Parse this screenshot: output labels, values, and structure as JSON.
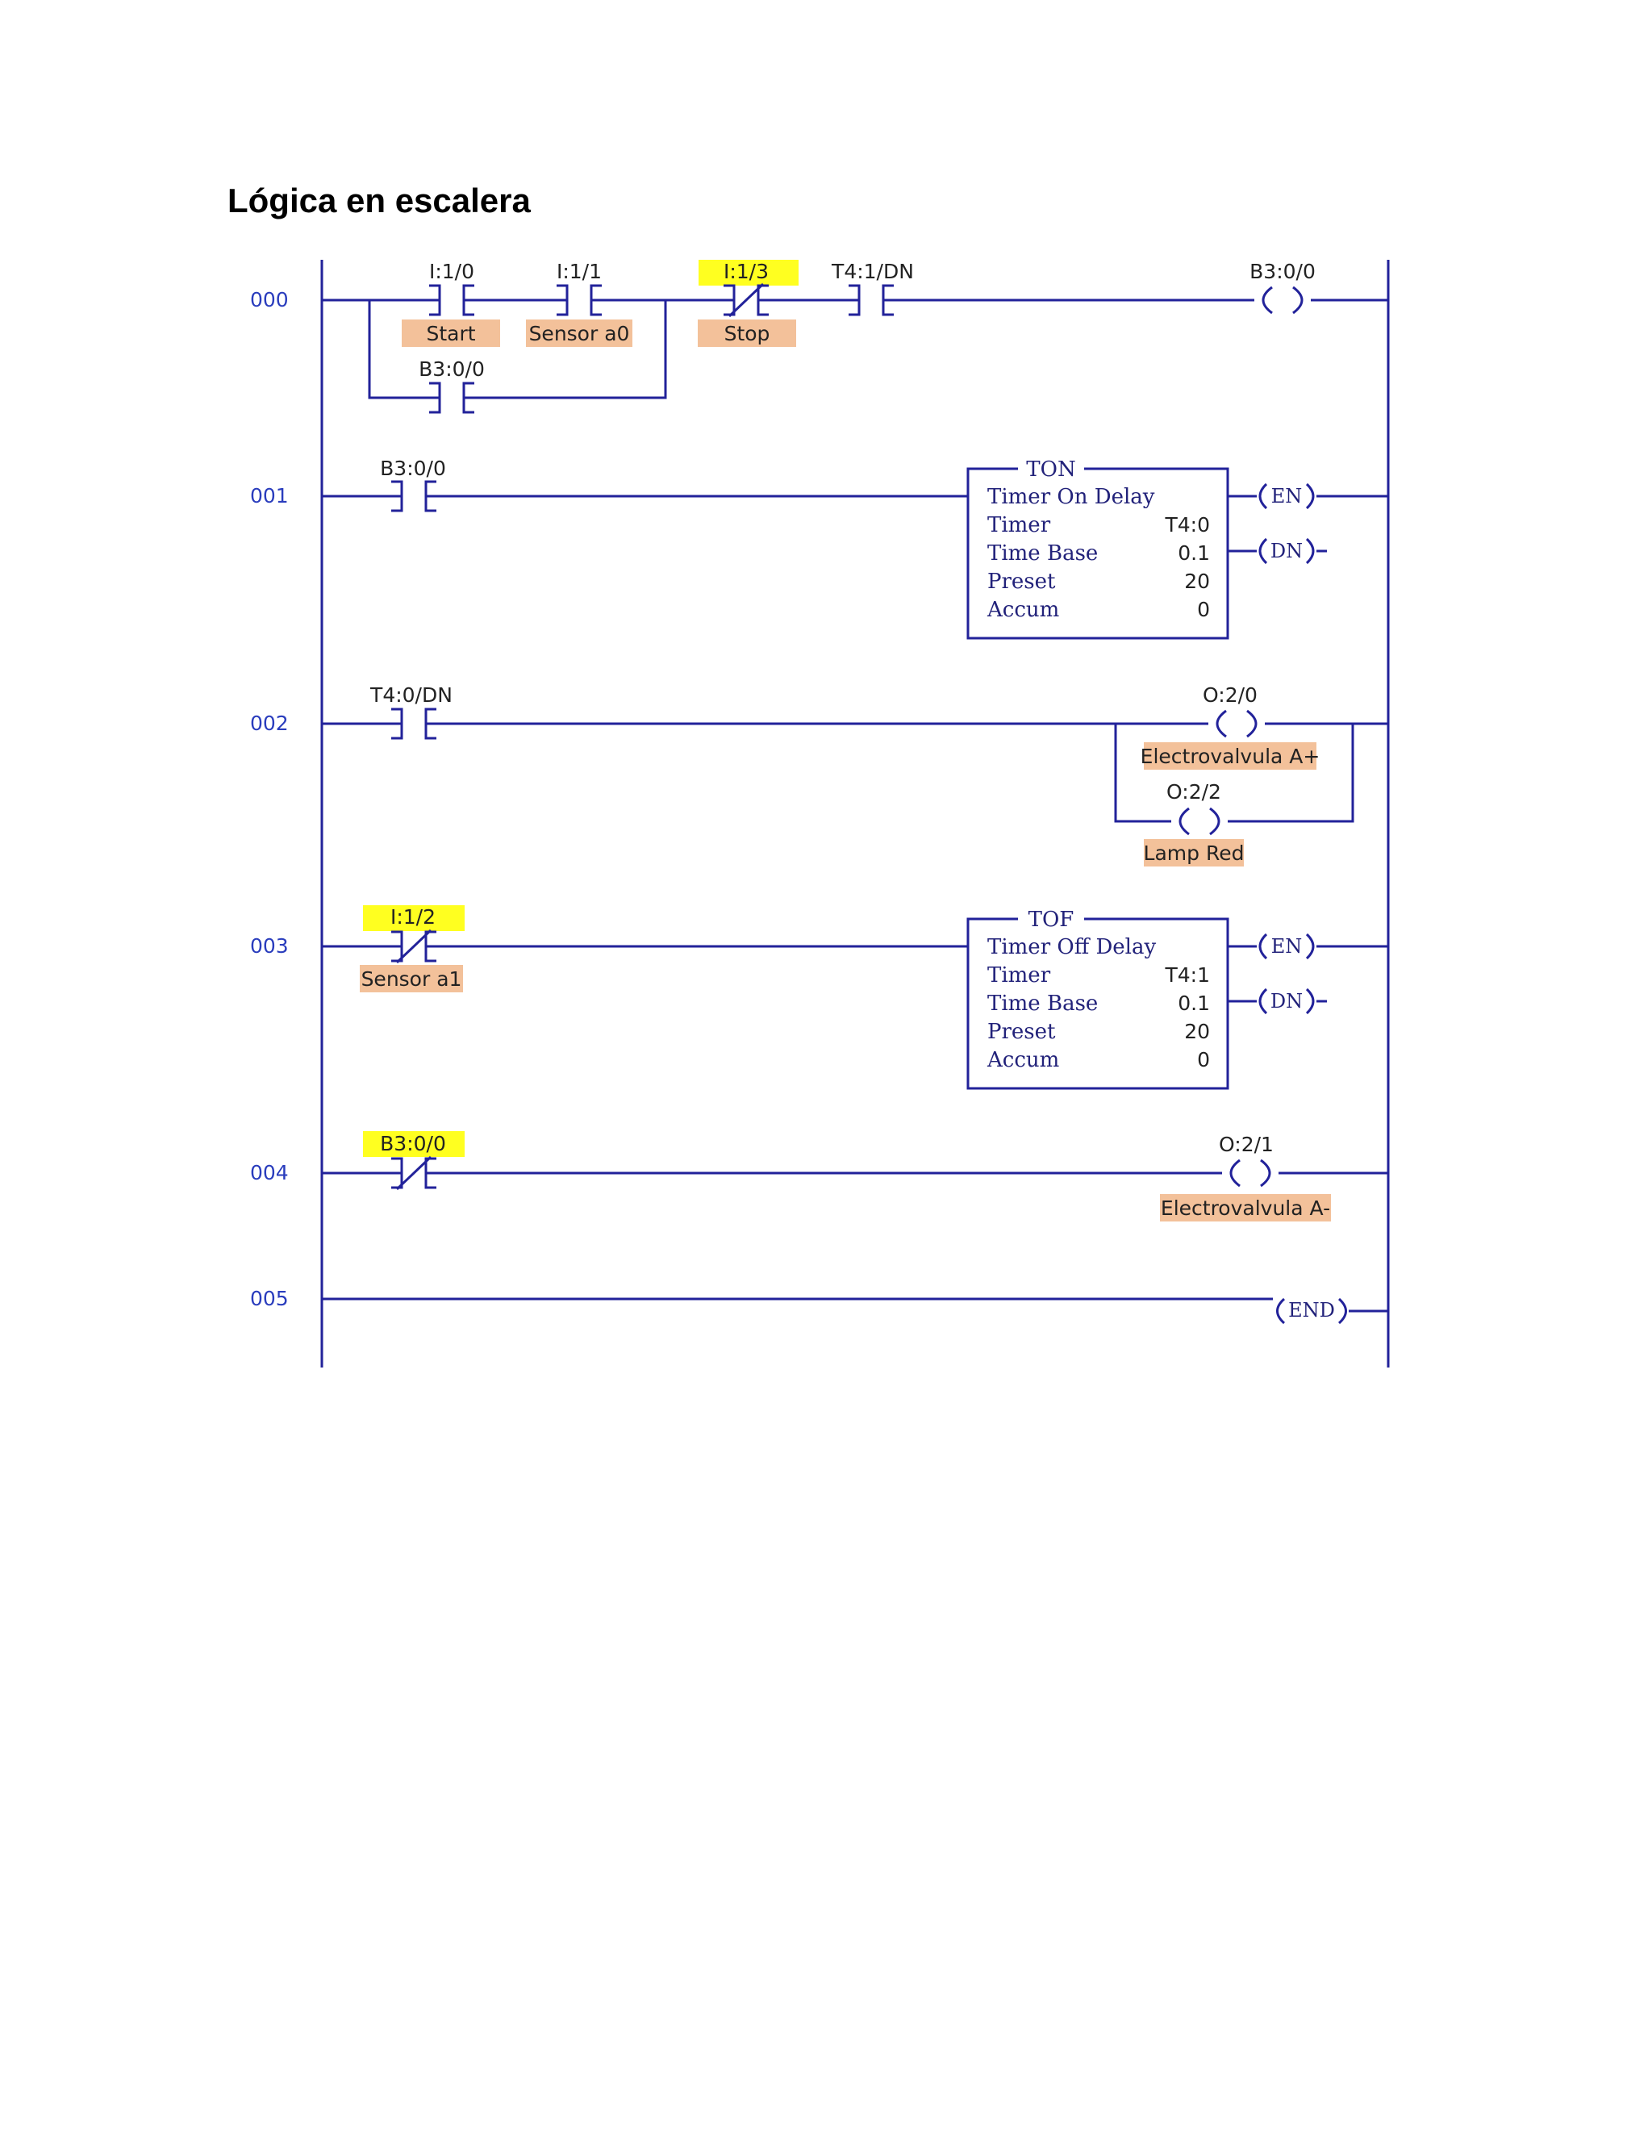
{
  "title": "Lógica en escalera",
  "colors": {
    "wire": "#22229a",
    "address": "#2a3dbd",
    "comment_fill": "#f3c19a",
    "highlight_fill": "#ffff20"
  },
  "rungs": [
    {
      "number": "000",
      "contacts": [
        {
          "address": "I:1/0",
          "type": "NO",
          "comment": "Start",
          "branch": "main"
        },
        {
          "address": "I:1/1",
          "type": "NO",
          "comment": "Sensor a0",
          "branch": "main"
        },
        {
          "address": "B3:0/0",
          "type": "NO",
          "comment": "",
          "branch": "parallel"
        },
        {
          "address": "I:1/3",
          "type": "NC",
          "comment": "Stop",
          "highlighted": true
        },
        {
          "address": "T4:1/DN",
          "type": "NO",
          "comment": ""
        }
      ],
      "outputs": [
        {
          "address": "B3:0/0",
          "type": "coil"
        }
      ]
    },
    {
      "number": "001",
      "contacts": [
        {
          "address": "B3:0/0",
          "type": "NO"
        }
      ],
      "timer": {
        "type": "TON",
        "name": "Timer On Delay",
        "timer_label": "Timer",
        "timer_value": "T4:0",
        "timebase_label": "Time Base",
        "timebase_value": "0.1",
        "preset_label": "Preset",
        "preset_value": "20",
        "accum_label": "Accum",
        "accum_value": "0",
        "outputs": [
          "EN",
          "DN"
        ]
      }
    },
    {
      "number": "002",
      "contacts": [
        {
          "address": "T4:0/DN",
          "type": "NO"
        }
      ],
      "outputs": [
        {
          "address": "O:2/0",
          "type": "coil",
          "comment": "Electrovalvula A+"
        },
        {
          "address": "O:2/2",
          "type": "coil",
          "comment": "Lamp Red"
        }
      ]
    },
    {
      "number": "003",
      "contacts": [
        {
          "address": "I:1/2",
          "type": "NC",
          "comment": "Sensor a1",
          "highlighted": true
        }
      ],
      "timer": {
        "type": "TOF",
        "name": "Timer Off Delay",
        "timer_label": "Timer",
        "timer_value": "T4:1",
        "timebase_label": "Time Base",
        "timebase_value": "0.1",
        "preset_label": "Preset",
        "preset_value": "20",
        "accum_label": "Accum",
        "accum_value": "0",
        "outputs": [
          "EN",
          "DN"
        ]
      }
    },
    {
      "number": "004",
      "contacts": [
        {
          "address": "B3:0/0",
          "type": "NC",
          "highlighted": true
        }
      ],
      "outputs": [
        {
          "address": "O:2/1",
          "type": "coil",
          "comment": "Electrovalvula A-"
        }
      ]
    },
    {
      "number": "005",
      "outputs": [
        {
          "address": "",
          "type": "END",
          "label": "END"
        }
      ]
    }
  ]
}
